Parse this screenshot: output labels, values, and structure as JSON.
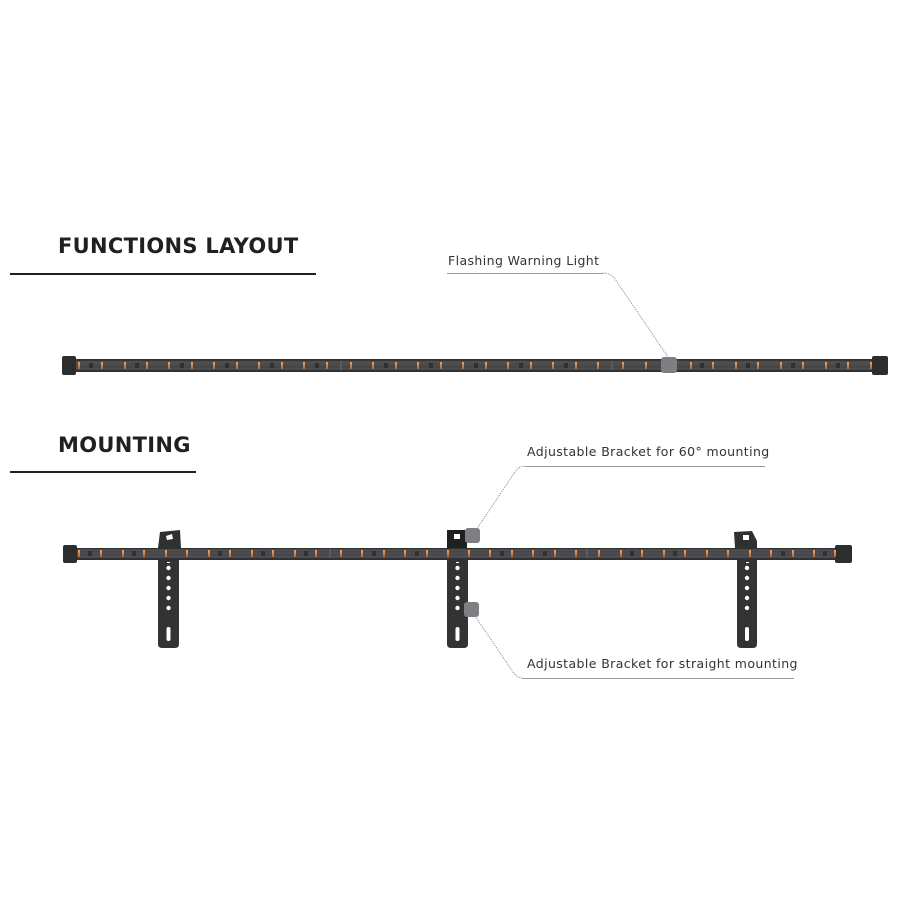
{
  "sections": {
    "functions": {
      "title": "FUNCTIONS LAYOUT",
      "callouts": [
        {
          "label": "Flashing Warning Light"
        }
      ]
    },
    "mounting": {
      "title": "MOUNTING",
      "callouts": [
        {
          "label": "Adjustable Bracket for 60° mounting"
        },
        {
          "label": "Adjustable Bracket for straight mounting"
        }
      ]
    }
  },
  "colors": {
    "bar": "#3a3b3d",
    "bar_inner": "#4a4c4f",
    "led": "#d9894a",
    "end_cap": "#2c2d2f",
    "bracket": "#323335",
    "marker": "#7d7f82",
    "heading": "#231f20",
    "leader_line": "#8a8a8a"
  }
}
